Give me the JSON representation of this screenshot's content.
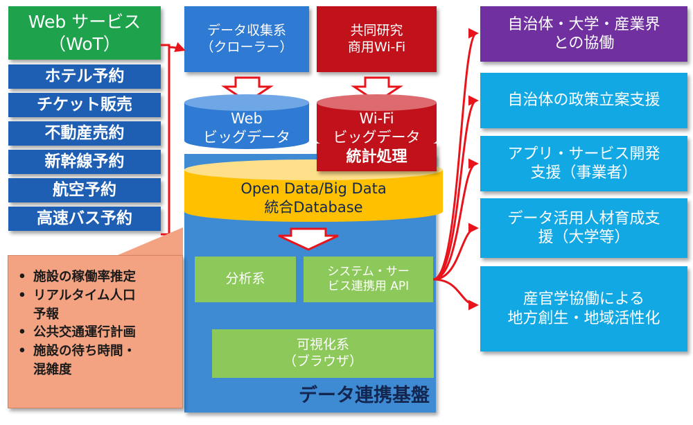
{
  "web_service": {
    "line1": "Web サービス",
    "line2": "（WoT）"
  },
  "services": [
    "ホテル予約",
    "チケット販売",
    "不動産売約",
    "新幹線予約",
    "航空予約",
    "高速バス予約"
  ],
  "collector": {
    "line1": "データ収集系",
    "line2": "（クローラー）"
  },
  "wifi_research": {
    "line1": "共同研究",
    "line2": "商用Wi-Fi"
  },
  "web_bigdata": {
    "line1": "Web",
    "line2": "ビッグデータ"
  },
  "wifi_bigdata": {
    "line1": "Wi-Fi",
    "line2": "ビッグデータ"
  },
  "stats": "統計処理",
  "integrated_db": {
    "line1": "Open Data/Big Data",
    "line2": "統合Database"
  },
  "analysis": "分析系",
  "api": {
    "line1": "システム・サー",
    "line2": "ビス連携用 API"
  },
  "visualization": {
    "line1": "可視化系",
    "line2": "（ブラウザ）"
  },
  "platform_title": "データ連携基盤",
  "use_cases": {
    "bullet": "•",
    "items": [
      {
        "line1": "施設の稼働率推定",
        "line2": ""
      },
      {
        "line1": "リアルタイム人口",
        "line2": "予報"
      },
      {
        "line1": "公共交通運行計画",
        "line2": ""
      },
      {
        "line1": "施設の待ち時間・",
        "line2": "混雑度"
      }
    ]
  },
  "outcomes": [
    {
      "line1": "自治体・大学・産業界",
      "line2": "との協働"
    },
    {
      "line1": "自治体の政策立案支援",
      "line2": ""
    },
    {
      "line1": "アプリ・サービス開発",
      "line2": "支援（事業者）"
    },
    {
      "line1": "データ活用人材育成支",
      "line2": "援（大学等）"
    },
    {
      "line1": "産官学協働による",
      "line2": "地方創生・地域活性化"
    }
  ],
  "colors": {
    "web_service": "#1ea24b",
    "service_item": "#1f5fb3",
    "platform": "#3f8bd3",
    "collector": "#2f7ad3",
    "wifi": "#c1111a",
    "database": "#ffc000",
    "module": "#8cc85a",
    "use_case_callout": "#f3a382",
    "outcome_primary": "#7030a0",
    "outcome": "#12a8e3",
    "arrow": "#e8141c"
  }
}
